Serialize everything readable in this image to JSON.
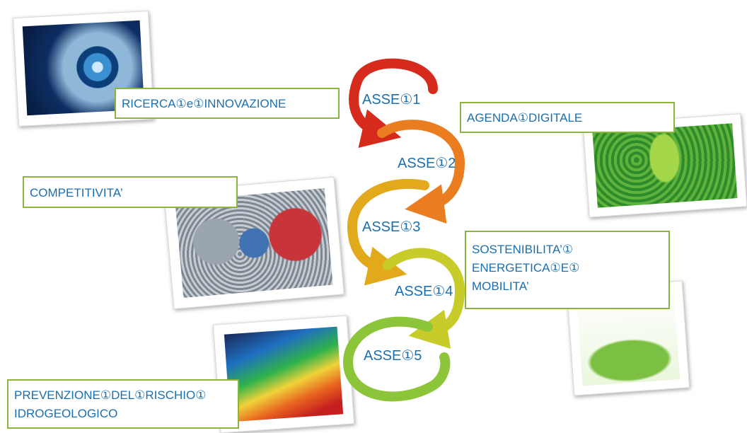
{
  "axes": [
    {
      "label": "ASSE①1",
      "color": "#d62a1c"
    },
    {
      "label": "ASSE①2",
      "color": "#ea7d1f"
    },
    {
      "label": "ASSE①3",
      "color": "#e3a91d"
    },
    {
      "label": "ASSE①4",
      "color": "#c8cc2a"
    },
    {
      "label": "ASSE①5",
      "color": "#8cc43a"
    }
  ],
  "topics": {
    "ricerca": "RICERCA①e①INNOVAZIONE",
    "agenda": "AGENDA①DIGITALE",
    "competitivita": "COMPETITIVITA’",
    "sostenibilita": "SOSTENIBILITA’①\nENERGETICA①E①\nMOBILITA’",
    "prevenzione": "PREVENZIONE①DEL①RISCHIO①\nIDROGEOLOGICO"
  },
  "colors": {
    "label_border": "#8cb33e",
    "label_text": "#1a6fb0"
  }
}
